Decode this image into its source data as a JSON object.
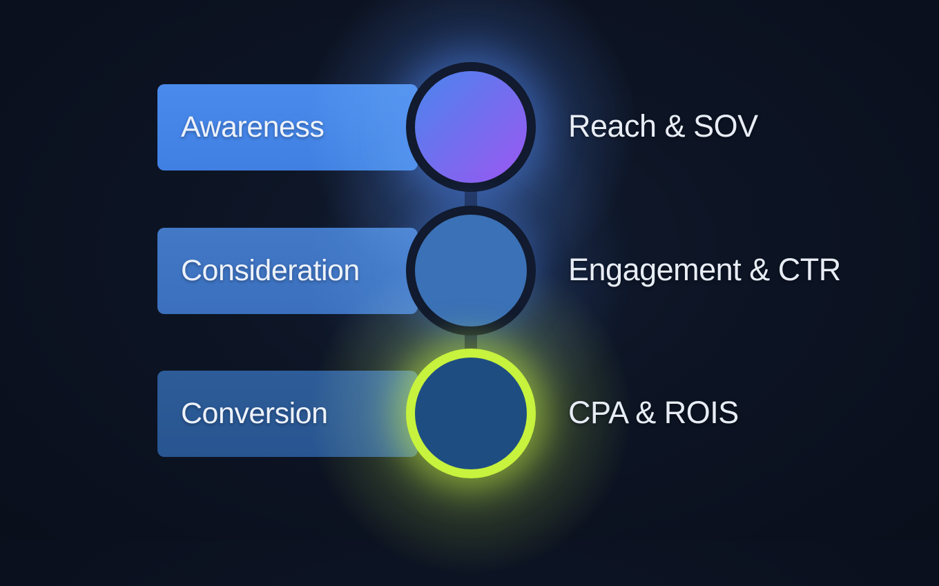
{
  "diagram": {
    "rows": [
      {
        "stage_label": "Awareness",
        "metric_label": "Reach & SOV"
      },
      {
        "stage_label": "Consideration",
        "metric_label": "Engagement & CTR"
      },
      {
        "stage_label": "Conversion",
        "metric_label": "CPA & ROIS"
      }
    ]
  },
  "colors": {
    "background": "#0c1322",
    "background_mid": "#101a2e",
    "background_dark": "#0a0f1c",
    "bar_awareness": "#4080e2",
    "bar_awareness_light": "#4a8aec",
    "bar_consideration": "#3b70be",
    "bar_consideration_light": "#4278c6",
    "bar_conversion": "#285590",
    "bar_conversion_light": "#2d5c98",
    "node_ring_dark": "#111a2e",
    "node_awareness_fill_start": "#4a85ec",
    "node_awareness_fill_end": "#9c57f2",
    "node_consideration_fill": "#3b71b6",
    "node_conversion_fill": "#1e4e81",
    "node_conversion_ring": "#c7f23d",
    "connector": "#141d33",
    "glow_blue": "#4c82f0",
    "glow_lime": "#c6f23e",
    "stage_text": "#edf2fa",
    "metric_text": "#e8edf5"
  }
}
